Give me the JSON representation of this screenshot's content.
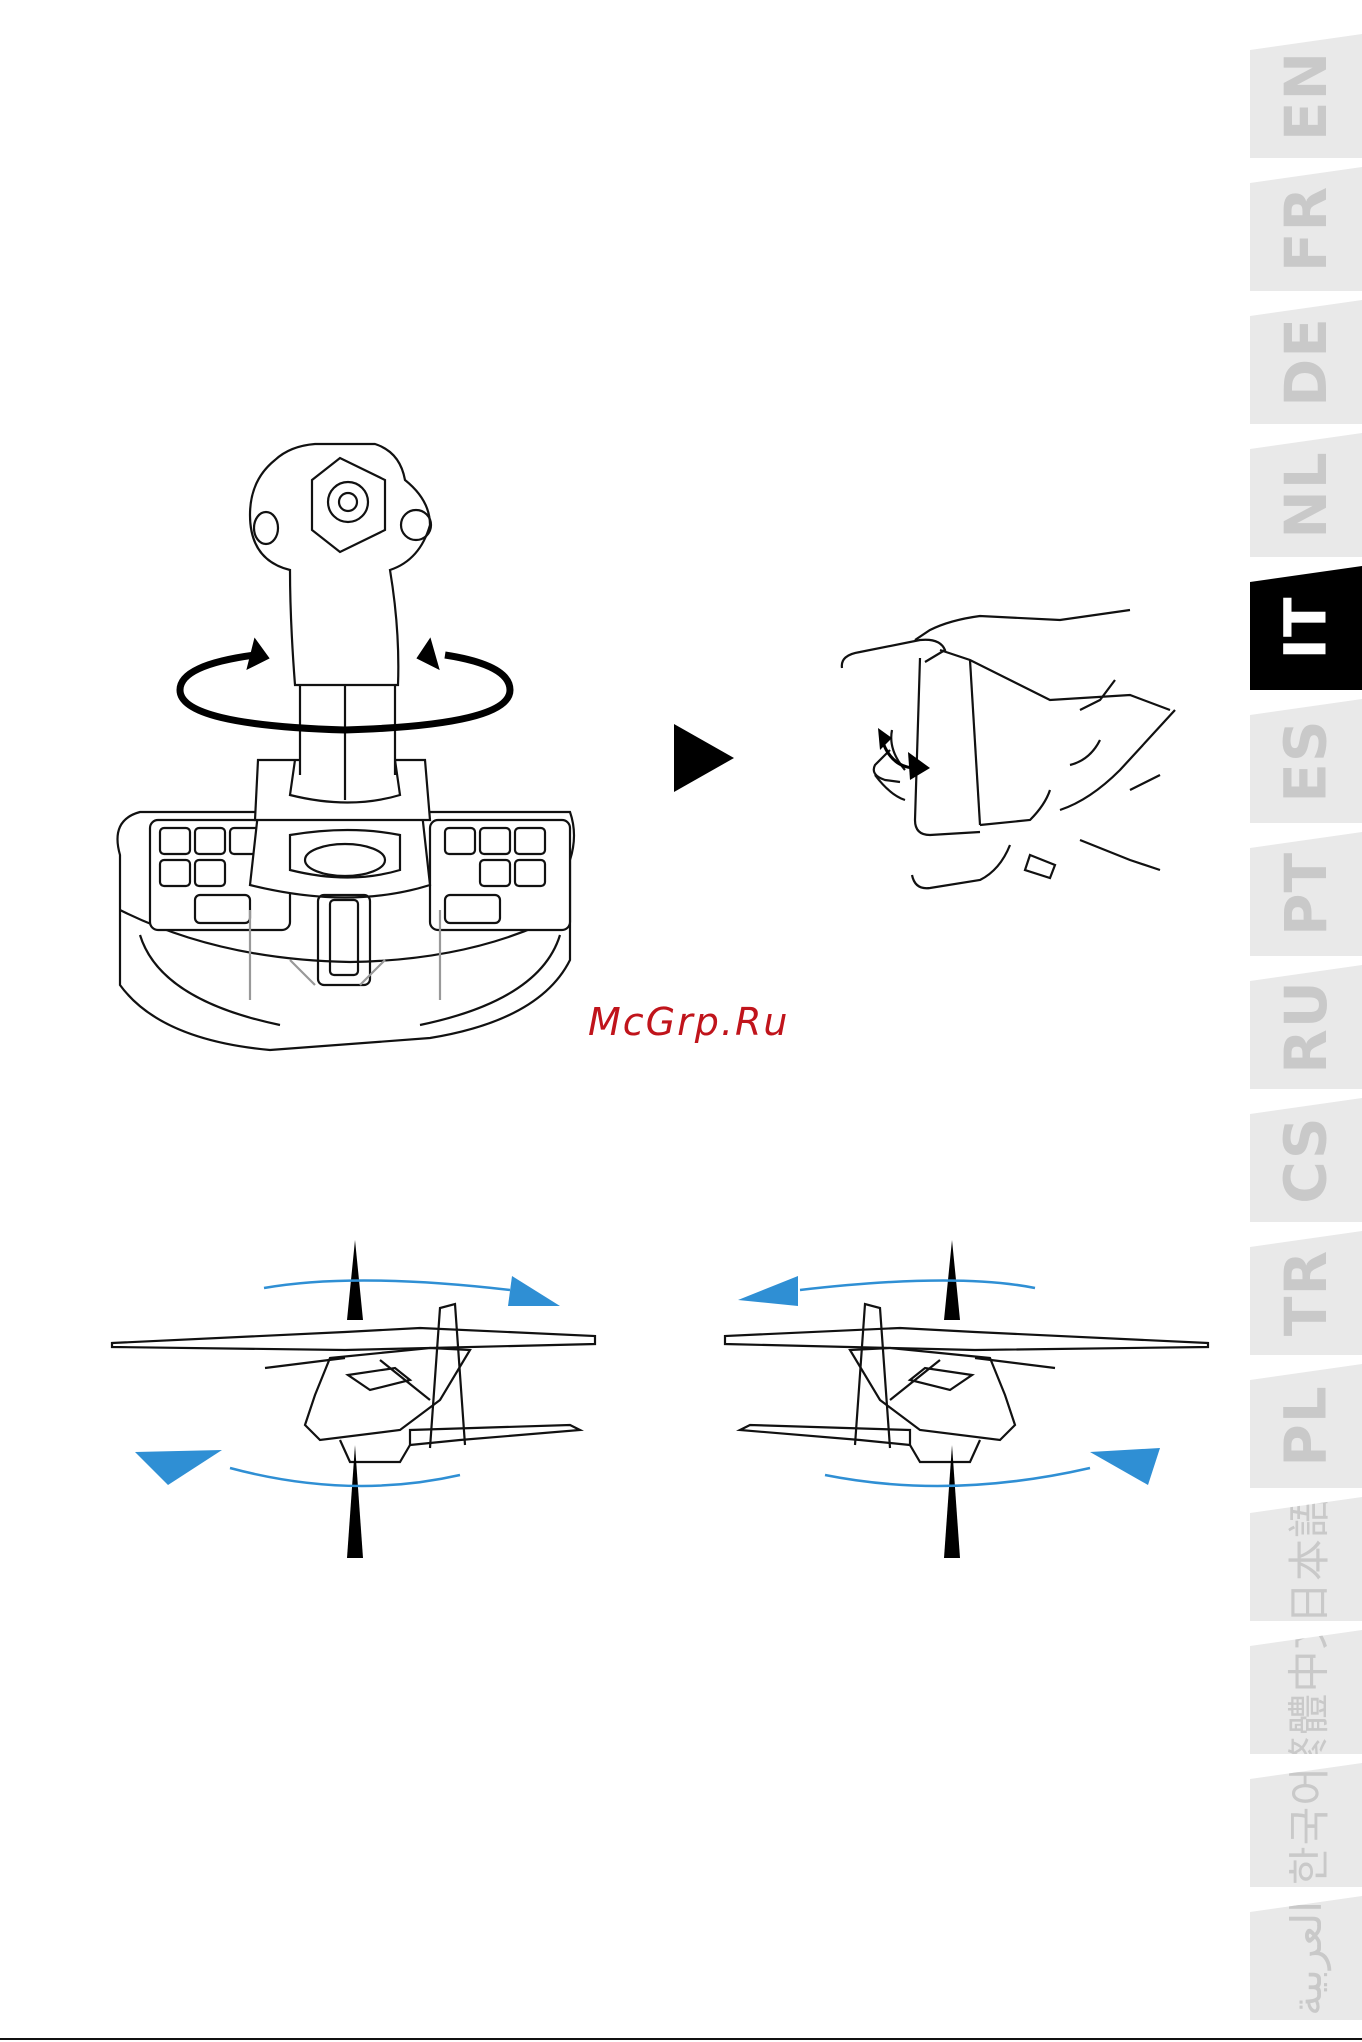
{
  "language_tabs": [
    {
      "label": "EN",
      "active": false
    },
    {
      "label": "FR",
      "active": false
    },
    {
      "label": "DE",
      "active": false
    },
    {
      "label": "NL",
      "active": false
    },
    {
      "label": "IT",
      "active": true
    },
    {
      "label": "ES",
      "active": false
    },
    {
      "label": "PT",
      "active": false
    },
    {
      "label": "RU",
      "active": false
    },
    {
      "label": "CS",
      "active": false
    },
    {
      "label": "TR",
      "active": false
    },
    {
      "label": "PL",
      "active": false
    },
    {
      "label": "日本語",
      "active": false
    },
    {
      "label": "繁體中文",
      "active": false
    },
    {
      "label": "한국어",
      "active": false
    },
    {
      "label": "العربية",
      "active": false
    }
  ],
  "watermark": "McGrp.Ru",
  "colors": {
    "active_tab": "#000000",
    "inactive_tab": "#e9e9e9",
    "rotation_arrow": "#2f8fd4",
    "watermark": "#c0141b"
  },
  "icons": [
    "joystick-twist-illustration",
    "play-arrow-icon",
    "hand-twist-illustration",
    "airplane-yaw-left-illustration",
    "airplane-yaw-right-illustration"
  ]
}
